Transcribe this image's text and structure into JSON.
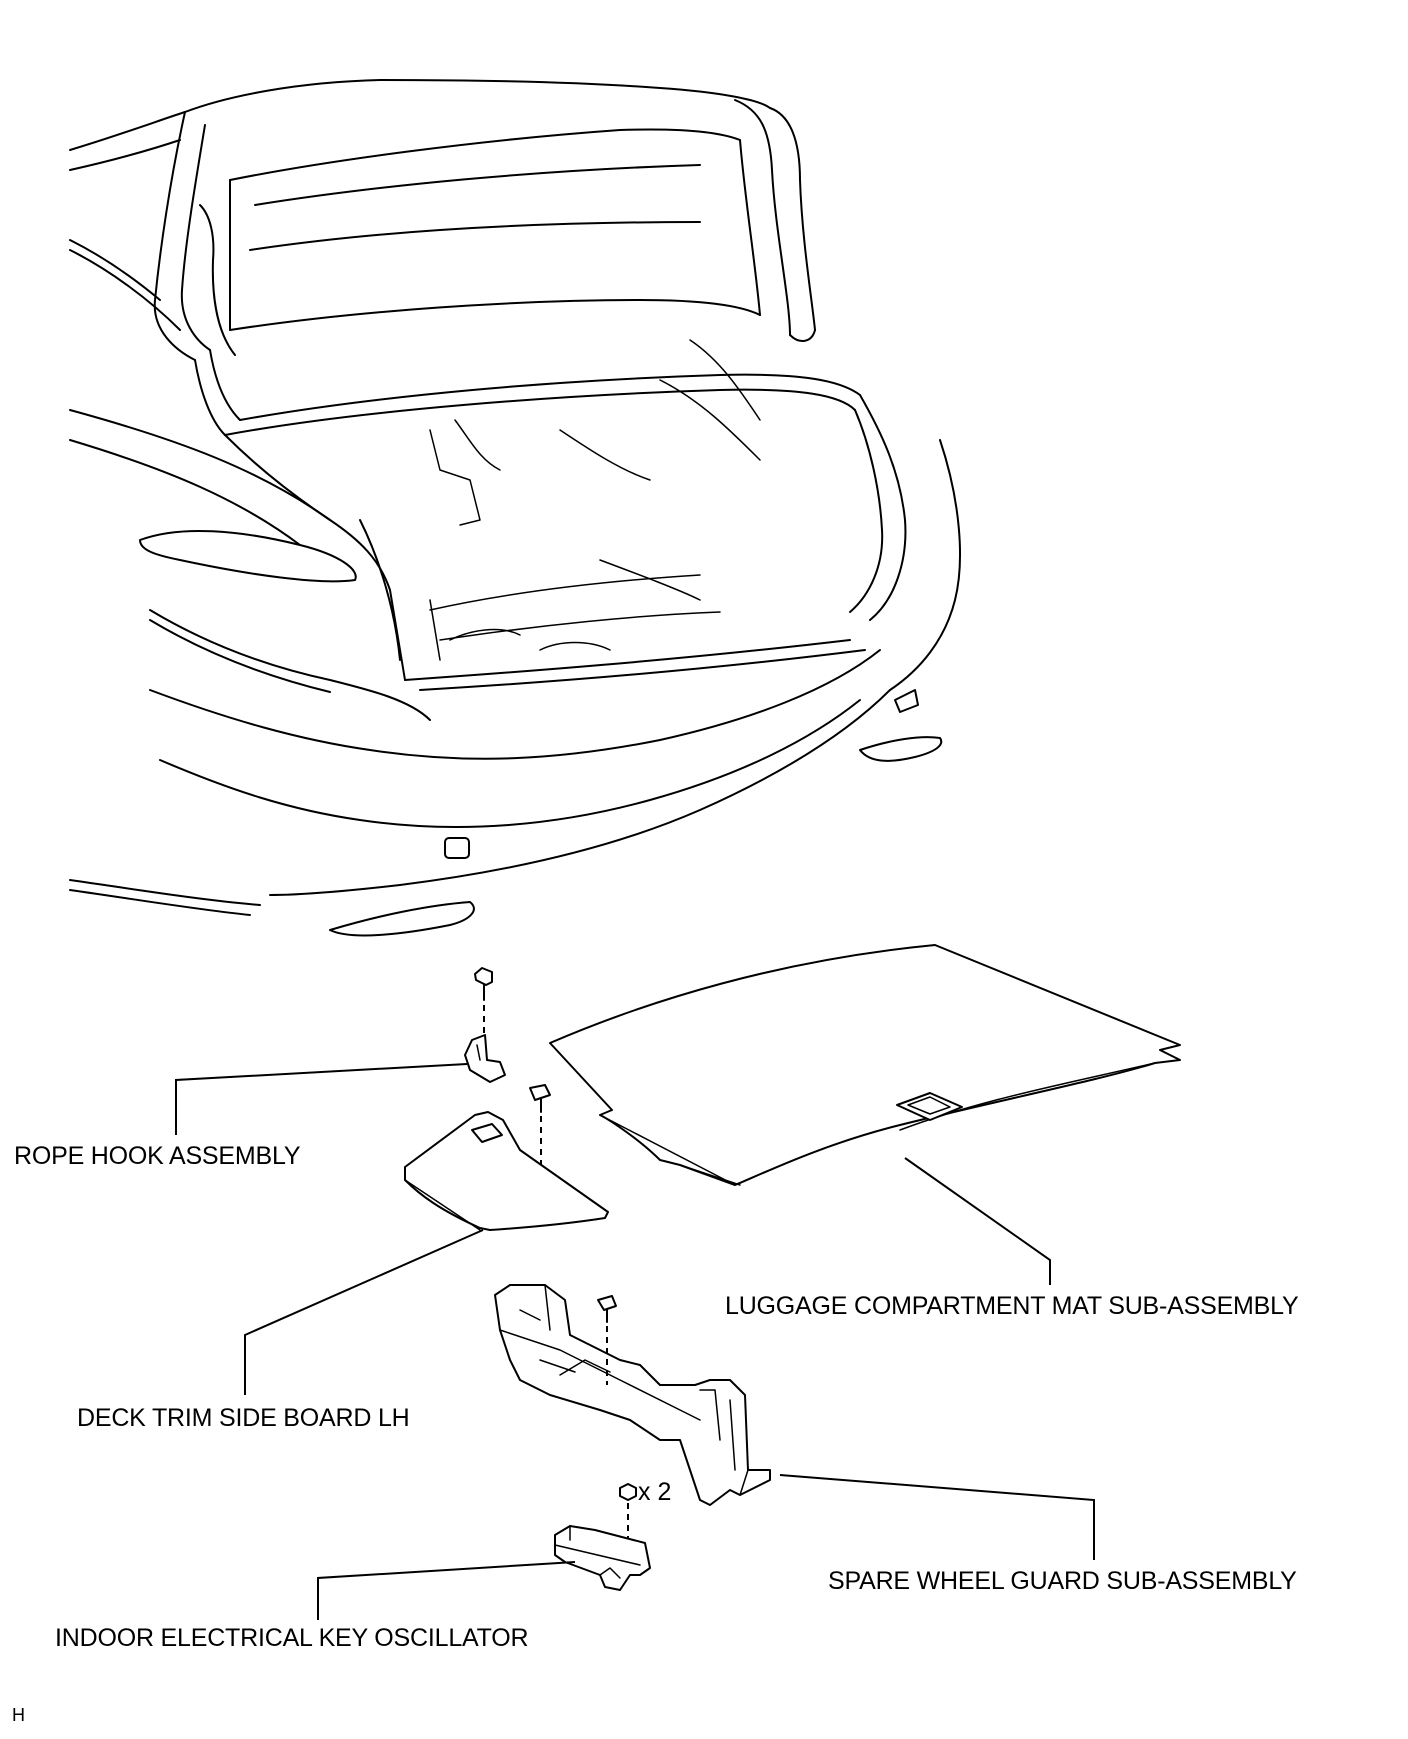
{
  "labels": {
    "rope_hook": "ROPE HOOK ASSEMBLY",
    "luggage_mat": "LUGGAGE COMPARTMENT MAT SUB-ASSEMBLY",
    "deck_trim": "DECK TRIM SIDE BOARD LH",
    "spare_wheel_guard": "SPARE WHEEL GUARD SUB-ASSEMBLY",
    "key_oscillator": "INDOOR ELECTRICAL KEY OSCILLATOR"
  },
  "quantity_note": "x 2",
  "figure_code": "H"
}
